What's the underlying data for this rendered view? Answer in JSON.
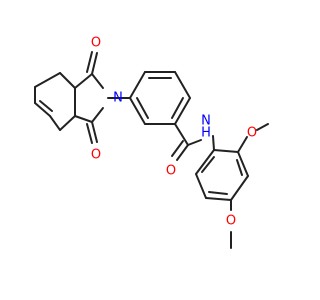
{
  "labels": {
    "o_imide_top": "O",
    "o_imide_bottom": "O",
    "n_imide": "N",
    "o_amide": "O",
    "nh_amide": "N",
    "h_amide": "H",
    "o_methoxy_upper": "O",
    "o_methoxy_lower": "O"
  },
  "colors": {
    "oxygen": "#ff0000",
    "nitrogen": "#0000ff",
    "bond": "#222222"
  }
}
